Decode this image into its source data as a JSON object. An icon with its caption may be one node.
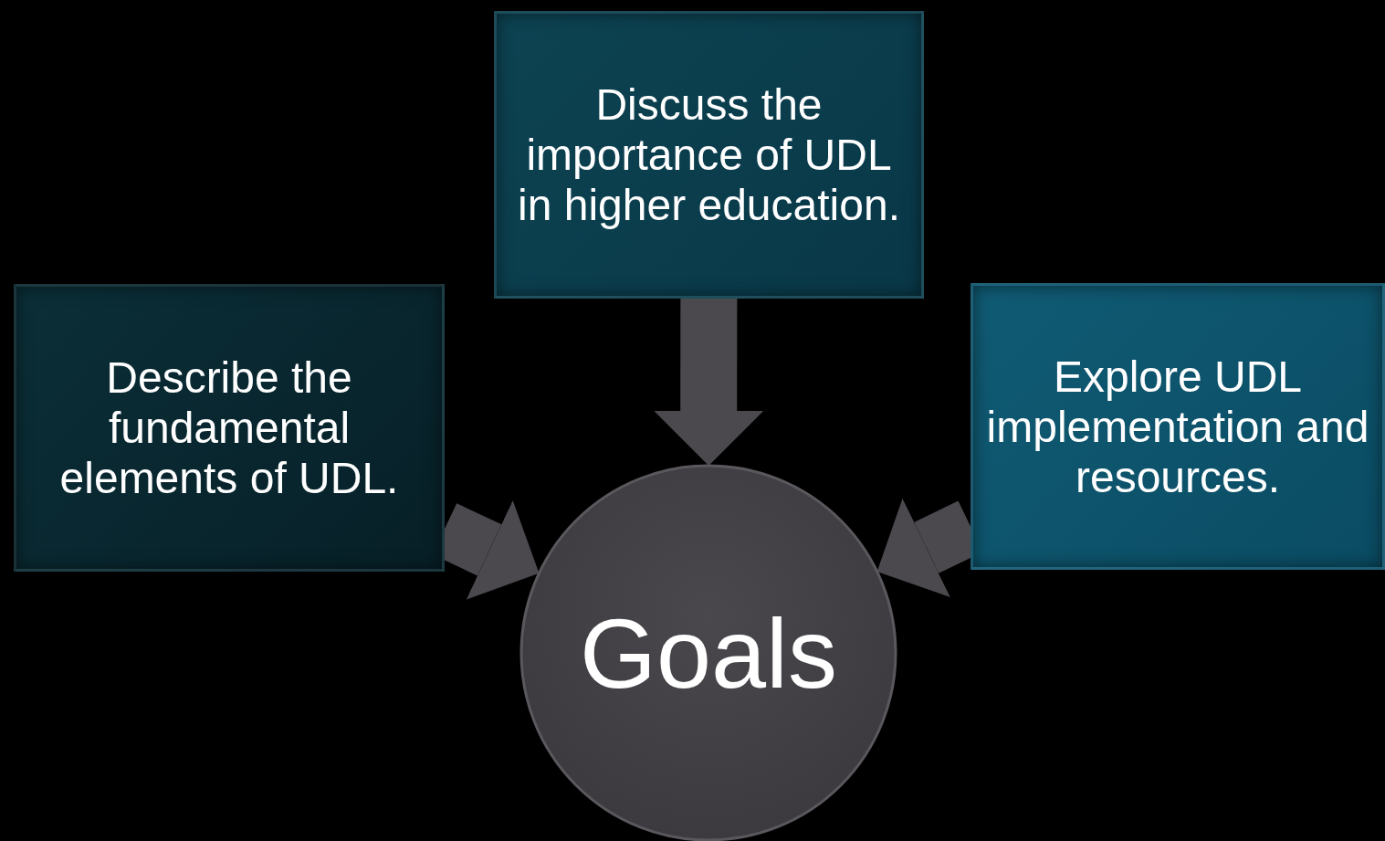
{
  "diagram": {
    "nodes": [
      {
        "text": [
          "Describe the fundamental elements of UDL."
        ]
      },
      {
        "text": [
          "Discuss the importance of UDL in higher education."
        ]
      },
      {
        "text": [
          "Explore UDL implementation and resources."
        ]
      },
      {
        "text": [
          "Goals"
        ]
      }
    ],
    "edges": [
      {
        "from": 0,
        "to": 3,
        "arrow": "to"
      },
      {
        "from": 1,
        "to": 3,
        "arrow": "to"
      },
      {
        "from": 2,
        "to": 3,
        "arrow": "to"
      }
    ]
  }
}
